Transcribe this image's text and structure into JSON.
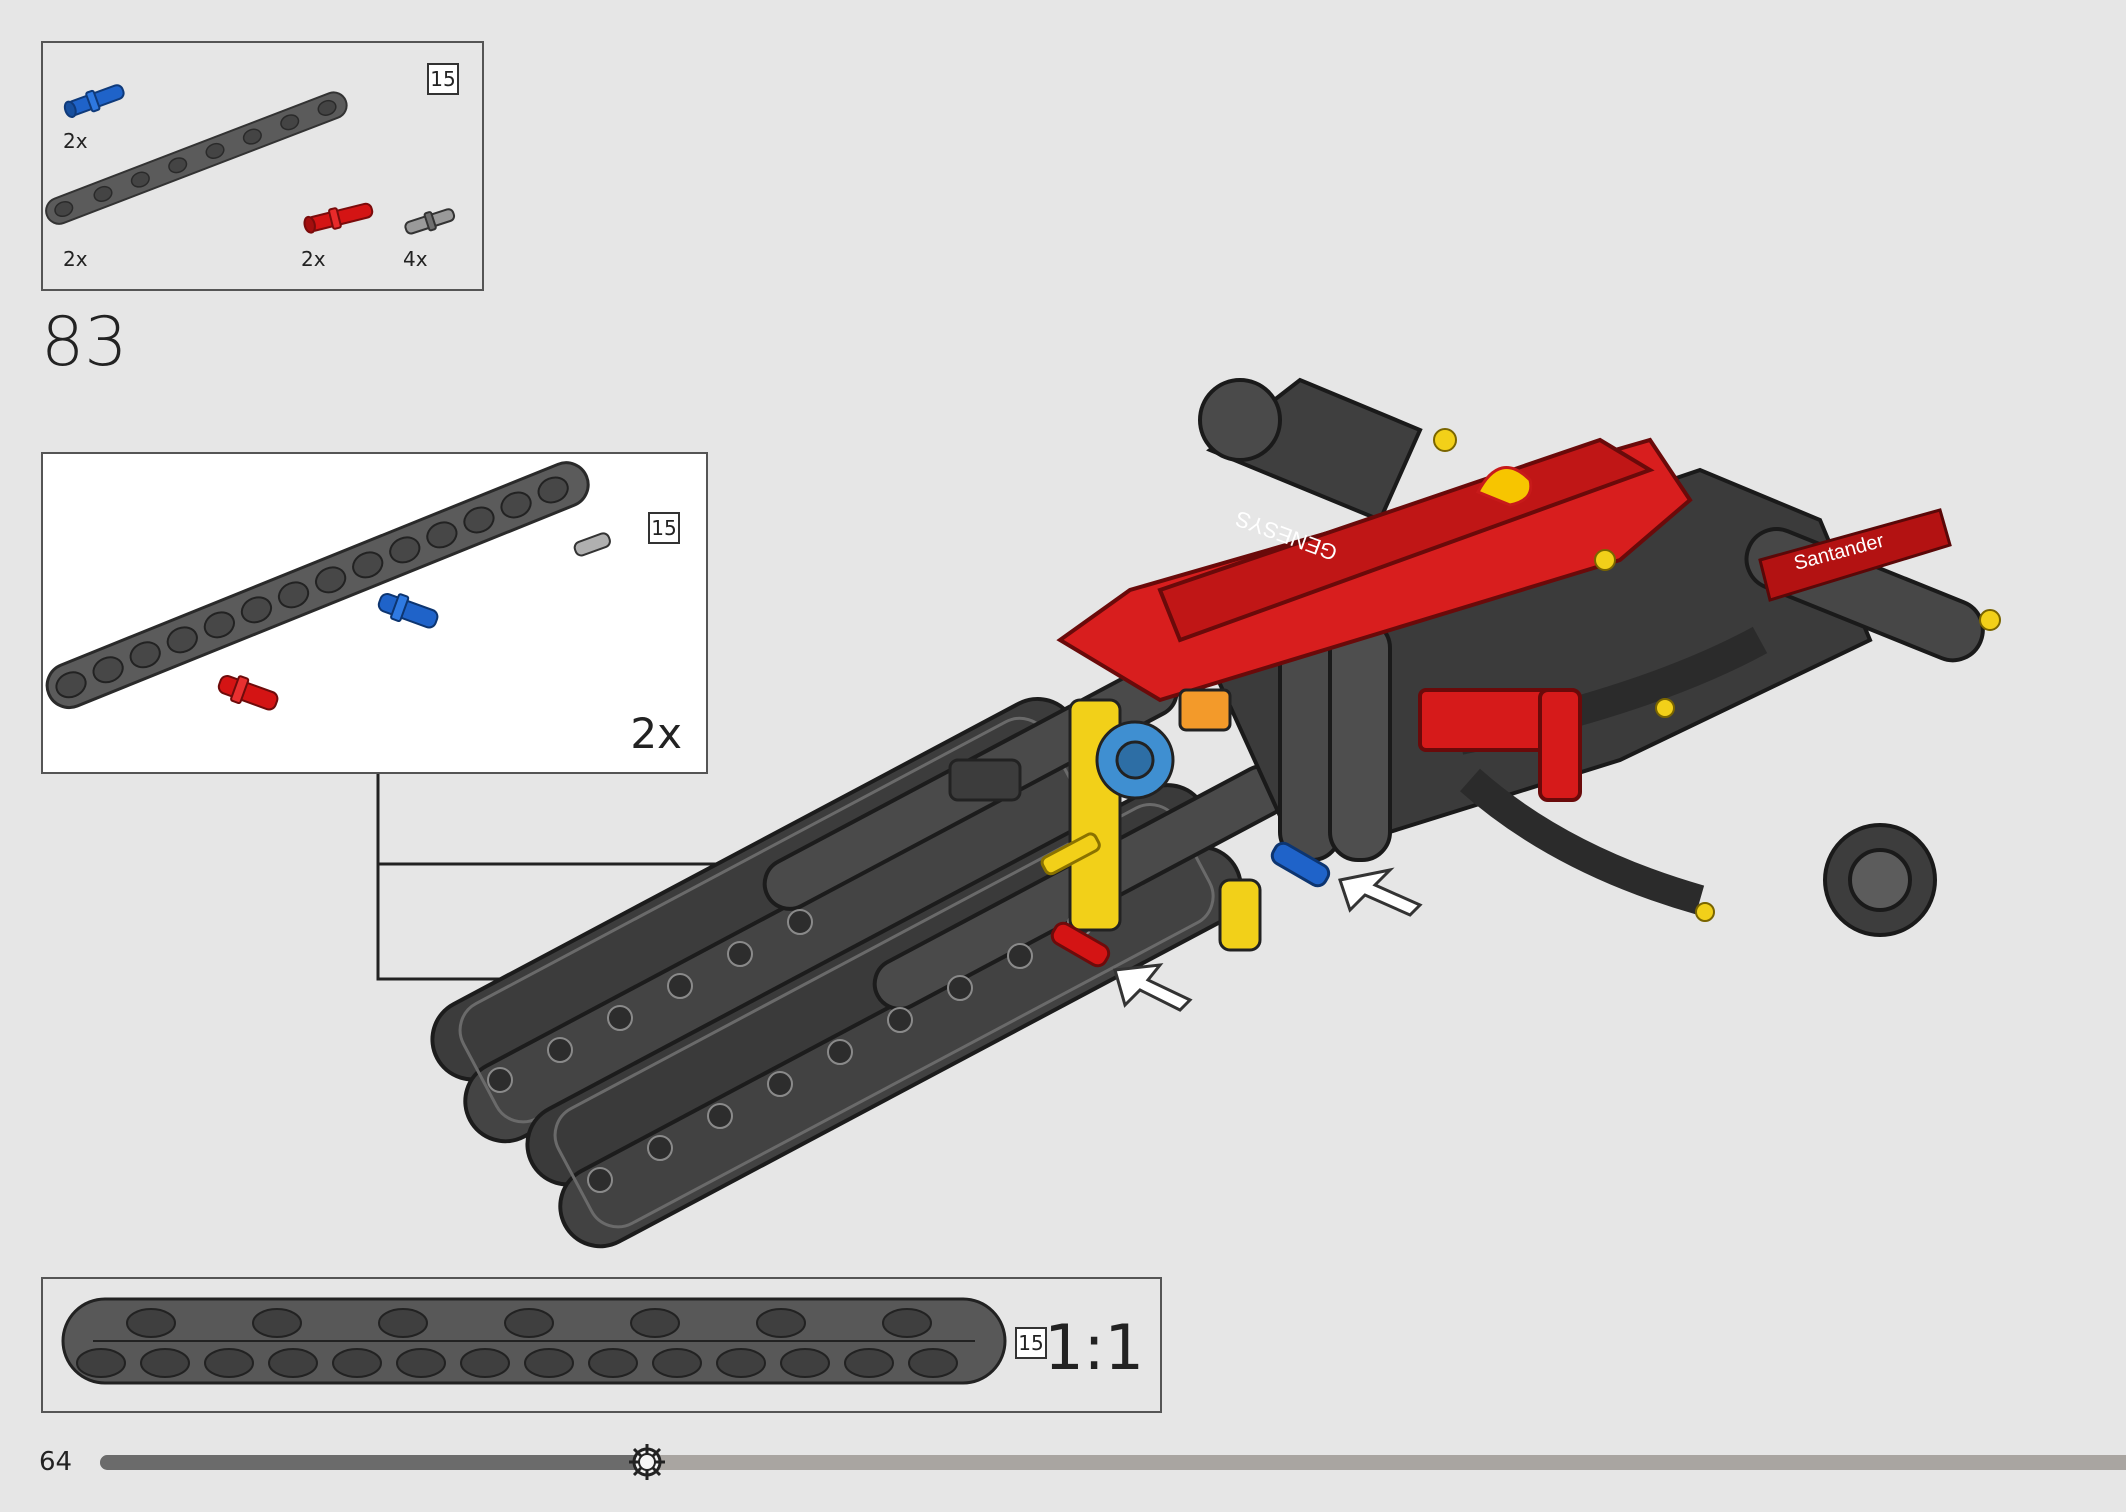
{
  "step_number": "83",
  "page_number": "64",
  "progress": 0.27,
  "parts_list": [
    {
      "qty": "2x",
      "part": "blue axle pin",
      "color": "#1f63c9"
    },
    {
      "qty": "2x",
      "part": "dark grey 15-hole beam",
      "color": "#5b5b5b",
      "length": "15"
    },
    {
      "qty": "2x",
      "part": "red axle pin",
      "color": "#d41414"
    },
    {
      "qty": "4x",
      "part": "grey friction pin",
      "color": "#9a9a9a"
    }
  ],
  "subassembly": {
    "qty": "2x",
    "beam_length": "15"
  },
  "scale_reference": {
    "length": "15",
    "label": "1:1"
  },
  "model_decals": {
    "sponsor_1": "Santander",
    "sponsor_2": "GENESYS"
  },
  "icons": [
    "step-arrow-icon",
    "push-arrow-icon",
    "progress-gear-icon"
  ]
}
